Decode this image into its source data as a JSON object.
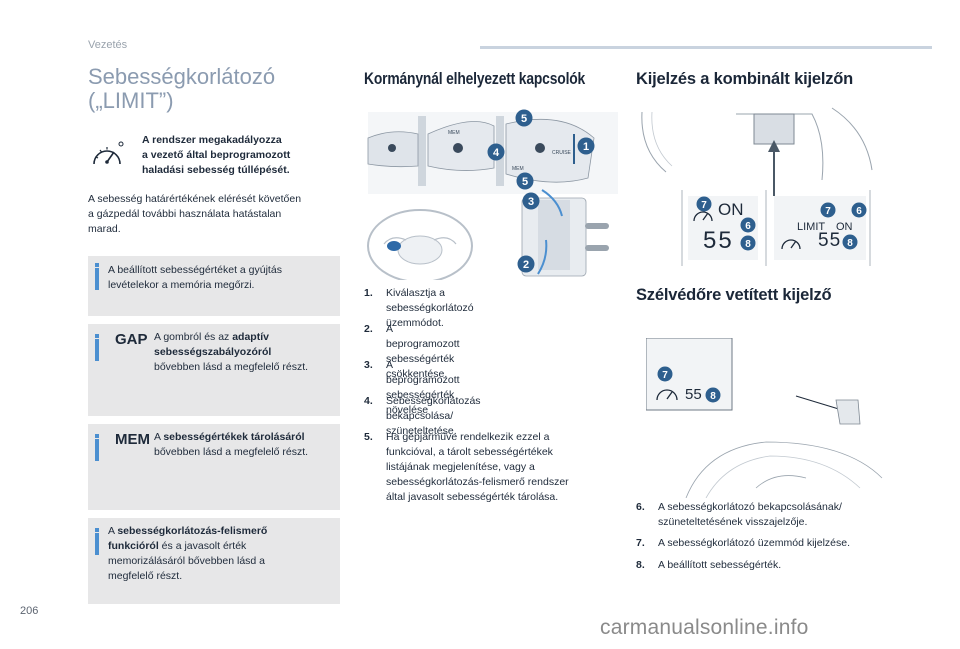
{
  "header": {
    "section": "Vezetés",
    "page": "206"
  },
  "left": {
    "title_line1": "Sebességkorlátozó",
    "title_line2": "(„LIMIT”)",
    "warning": [
      "A rendszer megakadályozza",
      "a vezető által beprogramozott",
      "haladási sebesség túllépését."
    ],
    "intro": [
      "A sebesség határértékének elérését követően",
      "a gázpedál további használata hatástalan",
      "marad."
    ],
    "info1": [
      "A beállított sebességértéket a gyújtás",
      "levételekor a memória megőrzi."
    ],
    "info2_tag": "GAP",
    "info2": {
      "l1": "A gombról és az ",
      "b1": "adaptív",
      "b2": "sebességszabályozóról",
      "l3": "bővebben lásd a megfelelő részt."
    },
    "info3_tag": "MEM",
    "info3": {
      "l1": "A ",
      "b1": "sebességértékek tárolásáról",
      "l2": "bővebben lásd a megfelelő részt."
    },
    "info4": {
      "b1": "sebességkorlátozás-felismerő",
      "pre": "A ",
      "b2": "funkcióról",
      "l2rest": " és a javasolt érték",
      "l3": "memorizálásáról bővebben lásd a",
      "l4": "megfelelő részt."
    }
  },
  "middle": {
    "title": "Kormánynál elhelyezett kapcsolók",
    "badges": [
      "5",
      "4",
      "1",
      "5",
      "3",
      "2"
    ],
    "stalk_labels": [
      "MEM",
      "CRUISE",
      "MEM"
    ],
    "items": [
      {
        "num": "1.",
        "lines": [
          "Kiválasztja a sebességkorlátozó",
          "üzemmódot."
        ]
      },
      {
        "num": "2.",
        "lines": [
          "A beprogramozott sebességérték",
          "csökkentése."
        ]
      },
      {
        "num": "3.",
        "lines": [
          "A beprogramozott sebességérték",
          "növelése"
        ]
      },
      {
        "num": "4.",
        "lines": [
          "Sebességkorlátozás bekapcsolása/",
          "szüneteltetése."
        ]
      },
      {
        "num": "5.",
        "lines": [
          "Ha gépjárműve rendelkezik ezzel a",
          "funkcióval, a tárolt sebességértékek",
          "listájának megjelenítése, vagy a",
          "sebességkorlátozás-felismerő rendszer",
          "által javasolt sebességérték tárolása."
        ]
      }
    ]
  },
  "right": {
    "title1": "Kijelzés a kombinált kijelzőn",
    "panel1": {
      "status": "ON",
      "speed": "55",
      "b_icon": "7",
      "b_status": "6",
      "b_speed": "8"
    },
    "panel2": {
      "limit": "LIMIT",
      "status": "ON",
      "speed": "55",
      "b_icon": "7",
      "b_status": "6",
      "b_speed": "8"
    },
    "title2": "Szélvédőre vetített kijelző",
    "hud": {
      "speed": "55",
      "b_icon": "7",
      "b_speed": "8"
    },
    "items": [
      {
        "num": "6.",
        "lines": [
          "A sebességkorlátozó bekapcsolásának/",
          "szüneteltetésének visszajelzője."
        ]
      },
      {
        "num": "7.",
        "lines": [
          "A sebességkorlátozó üzemmód kijelzése."
        ]
      },
      {
        "num": "8.",
        "lines": [
          "A beállított sebességérték."
        ]
      }
    ]
  },
  "footer": {
    "watermark": "carmanualsonline.info"
  },
  "colors": {
    "accent_blue": "#4b8fd0",
    "badge_blue": "#2e5f8e",
    "info_bg": "#e7e7e8",
    "title_grey": "#8b9bb0"
  }
}
